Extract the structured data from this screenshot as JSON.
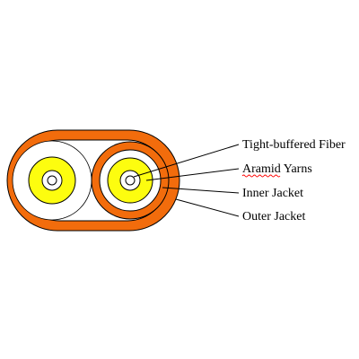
{
  "colors": {
    "background": "#ffffff",
    "outer_jacket": "#f26c0c",
    "inner_jacket": "#f26c0c",
    "aramid_yarns": "#fdfd0f",
    "fiber_core": "#ffffff",
    "outline": "#000000",
    "spellcheck_underline": "#ff0000"
  },
  "labels": [
    {
      "id": "tight-buffered-fiber",
      "text": "Tight-buffered Fiber"
    },
    {
      "id": "aramid-yarns",
      "text": "Aramid Yarns",
      "spellcheck_marked_word": "Aramid"
    },
    {
      "id": "inner-jacket",
      "text": "Inner Jacket"
    },
    {
      "id": "outer-jacket",
      "text": "Outer Jacket"
    }
  ]
}
